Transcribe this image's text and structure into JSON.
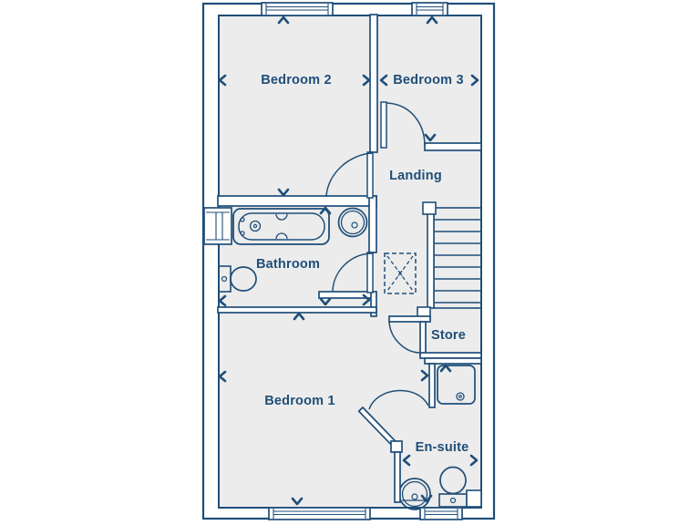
{
  "palette": {
    "line_color": "#1f4e79",
    "floor_fill": "#ececec",
    "wall_fill": "#ffffff",
    "background": "#ffffff"
  },
  "floorplan": {
    "rooms": [
      {
        "id": "bedroom-2",
        "label": "Bedroom 2"
      },
      {
        "id": "bedroom-3",
        "label": "Bedroom 3"
      },
      {
        "id": "landing",
        "label": "Landing"
      },
      {
        "id": "bathroom",
        "label": "Bathroom"
      },
      {
        "id": "store",
        "label": "Store"
      },
      {
        "id": "bedroom-1",
        "label": "Bedroom 1"
      },
      {
        "id": "en-suite",
        "label": "En-suite"
      }
    ],
    "loft_hatch_mark": "x",
    "fixtures": [
      "bath",
      "washbasin",
      "toilet",
      "staircase",
      "loft-hatch",
      "shower",
      "en-suite-washbasin",
      "en-suite-toilet"
    ],
    "dimension_arrows": [
      "up",
      "down",
      "left",
      "right"
    ]
  }
}
